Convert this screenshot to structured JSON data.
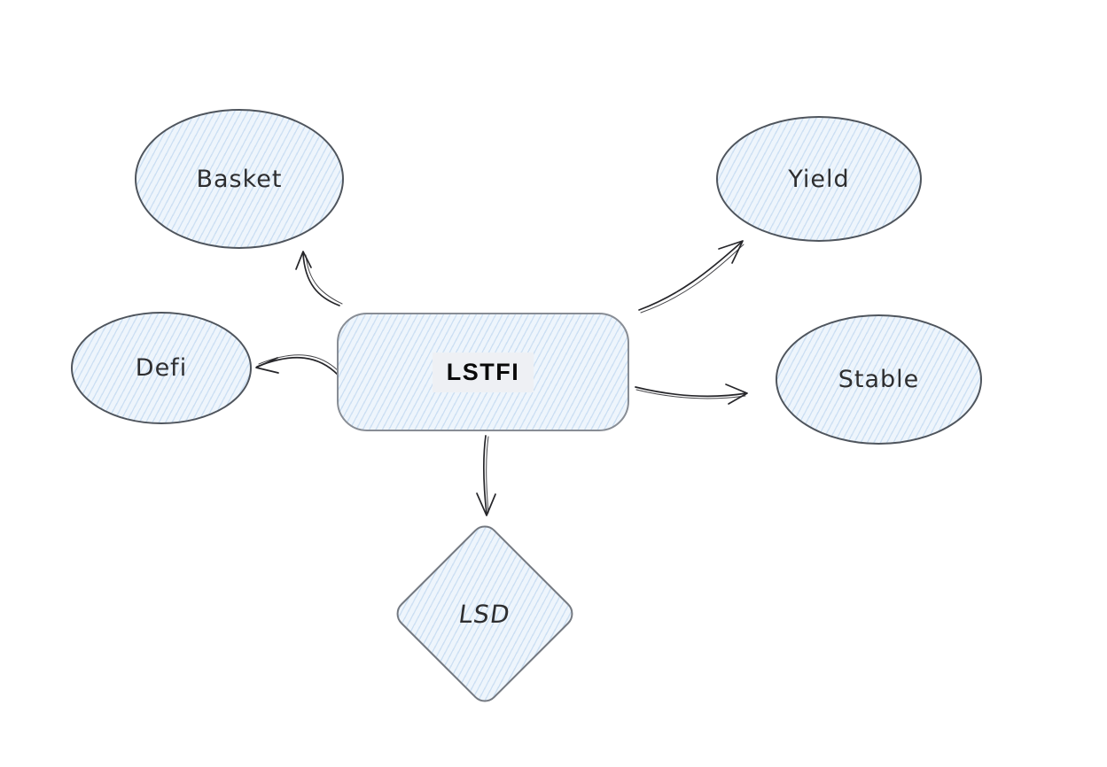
{
  "diagram": {
    "type": "flowchart",
    "center_node": "LSTFI",
    "nodes": [
      {
        "id": "basket",
        "label": "Basket",
        "shape": "ellipse",
        "position": "top-left"
      },
      {
        "id": "yield",
        "label": "Yield",
        "shape": "ellipse",
        "position": "top-right"
      },
      {
        "id": "defi",
        "label": "Defi",
        "shape": "ellipse",
        "position": "middle-left"
      },
      {
        "id": "stable",
        "label": "Stable",
        "shape": "ellipse",
        "position": "middle-right"
      },
      {
        "id": "lstfi",
        "label": "LSTFI",
        "shape": "rounded-rectangle",
        "position": "center"
      },
      {
        "id": "lsd",
        "label": "LSD",
        "shape": "diamond",
        "position": "bottom-center"
      }
    ],
    "edges": [
      {
        "from": "lstfi",
        "to": "basket"
      },
      {
        "from": "lstfi",
        "to": "yield"
      },
      {
        "from": "lstfi",
        "to": "defi"
      },
      {
        "from": "lstfi",
        "to": "stable"
      },
      {
        "from": "lstfi",
        "to": "lsd"
      }
    ],
    "colors": {
      "canvas_bg": "#ffffff",
      "shape_fill": "#eef5fc",
      "shape_hatch": "#cde0f3",
      "ellipse_stroke": "#4f555d",
      "rect_stroke": "#888d95",
      "diamond_stroke": "#747981",
      "arrow": "#26262a",
      "label_text": "#2e2e30",
      "lstfi_label_bg": "#eef0f4",
      "lstfi_label_text": "#0a0a0a"
    }
  }
}
